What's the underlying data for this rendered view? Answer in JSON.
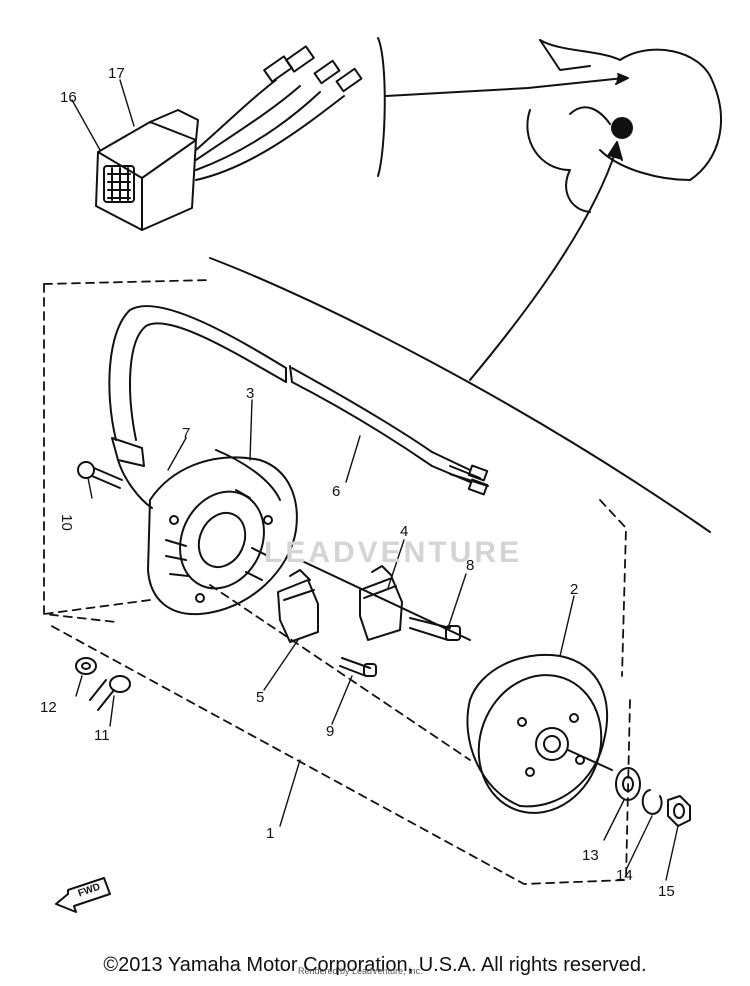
{
  "diagram": {
    "part_labels": [
      "1",
      "2",
      "3",
      "4",
      "5",
      "6",
      "7",
      "8",
      "9",
      "10",
      "11",
      "12",
      "13",
      "14",
      "15",
      "16",
      "17"
    ],
    "fwd_label": "FWD",
    "watermark": "LEADVENTURE",
    "copyright": "©2013 Yamaha Motor Corporation, U.S.A. All rights reserved.",
    "sub_credit": "Rendered by LeadVenture, Inc."
  }
}
